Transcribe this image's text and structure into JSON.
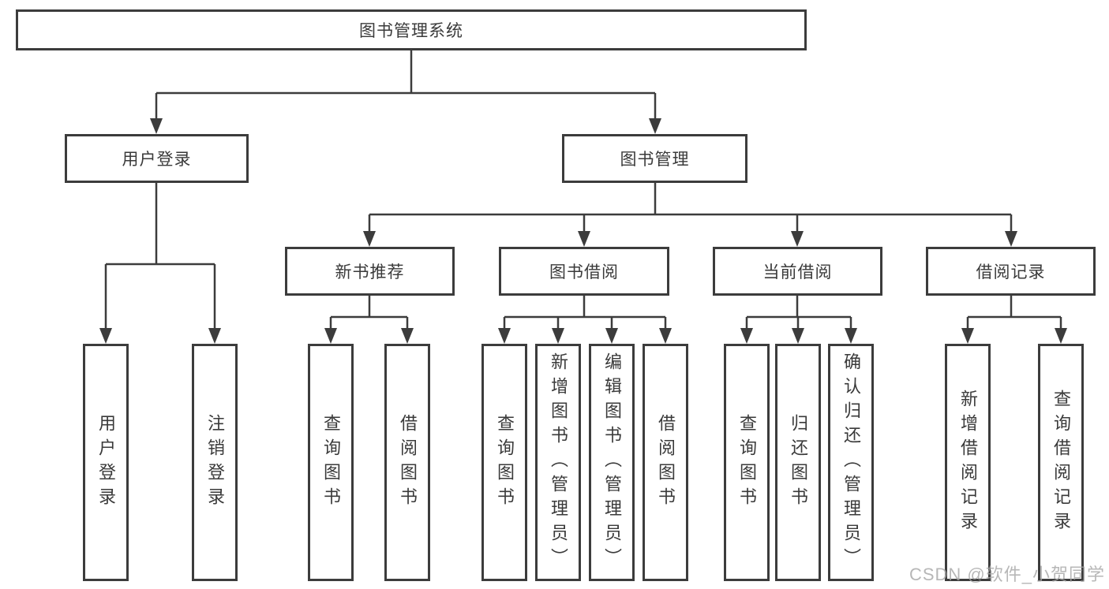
{
  "diagram": {
    "root": {
      "label": "图书管理系统"
    },
    "user_login": {
      "label": "用户登录",
      "leaves": [
        {
          "label": "用户登录"
        },
        {
          "label": "注销登录"
        }
      ]
    },
    "book_mgmt": {
      "label": "图书管理",
      "groups": [
        {
          "label": "新书推荐",
          "leaves": [
            {
              "label": "查询图书"
            },
            {
              "label": "借阅图书"
            }
          ]
        },
        {
          "label": "图书借阅",
          "leaves": [
            {
              "label": "查询图书"
            },
            {
              "label": "新增图书（管理员）"
            },
            {
              "label": "编辑图书（管理员）"
            },
            {
              "label": "借阅图书"
            }
          ]
        },
        {
          "label": "当前借阅",
          "leaves": [
            {
              "label": "查询图书"
            },
            {
              "label": "归还图书"
            },
            {
              "label": "确认归还（管理员）"
            }
          ]
        },
        {
          "label": "借阅记录",
          "leaves": [
            {
              "label": "新增借阅记录"
            },
            {
              "label": "查询借阅记录"
            }
          ]
        }
      ]
    }
  },
  "watermark": "CSDN @软件_小贺同学",
  "colors": {
    "line": "#3c3c3c",
    "text": "#3a3a3a",
    "watermark": "#a5a5a5"
  }
}
